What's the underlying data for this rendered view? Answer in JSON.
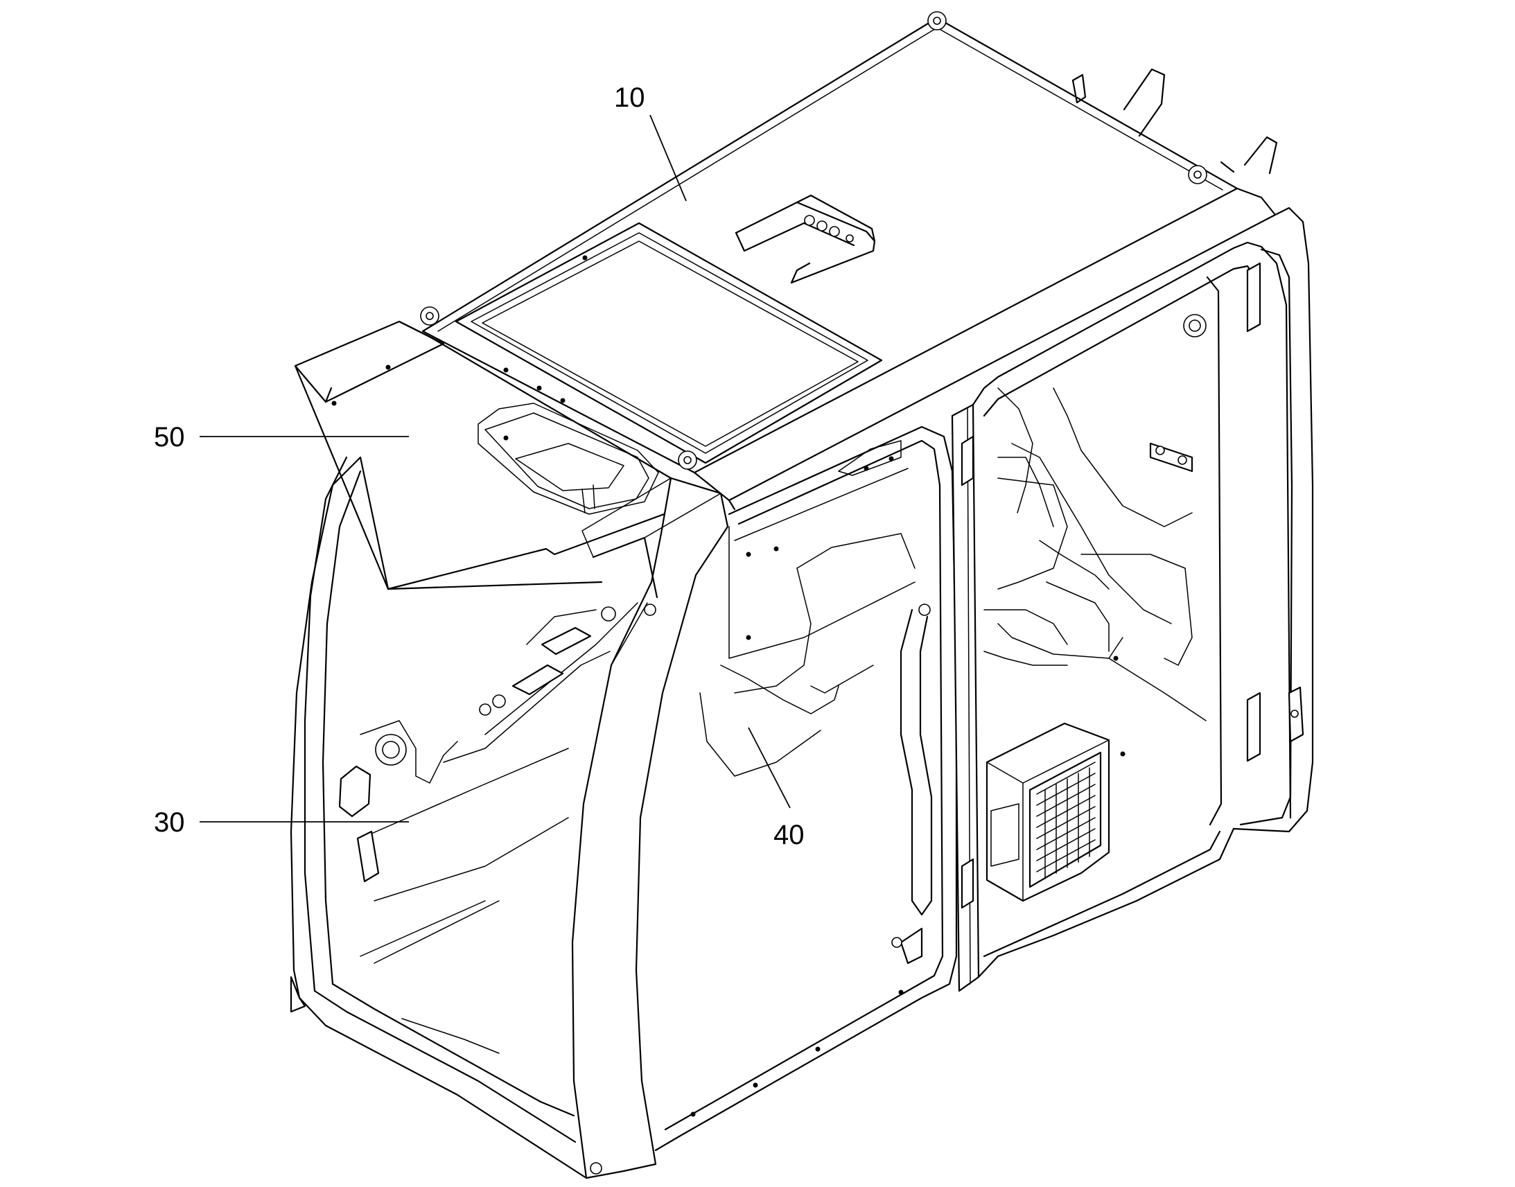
{
  "callouts": [
    {
      "id": "10",
      "text": "10"
    },
    {
      "id": "30",
      "text": "30"
    },
    {
      "id": "40",
      "text": "40"
    },
    {
      "id": "50",
      "text": "50"
    }
  ]
}
